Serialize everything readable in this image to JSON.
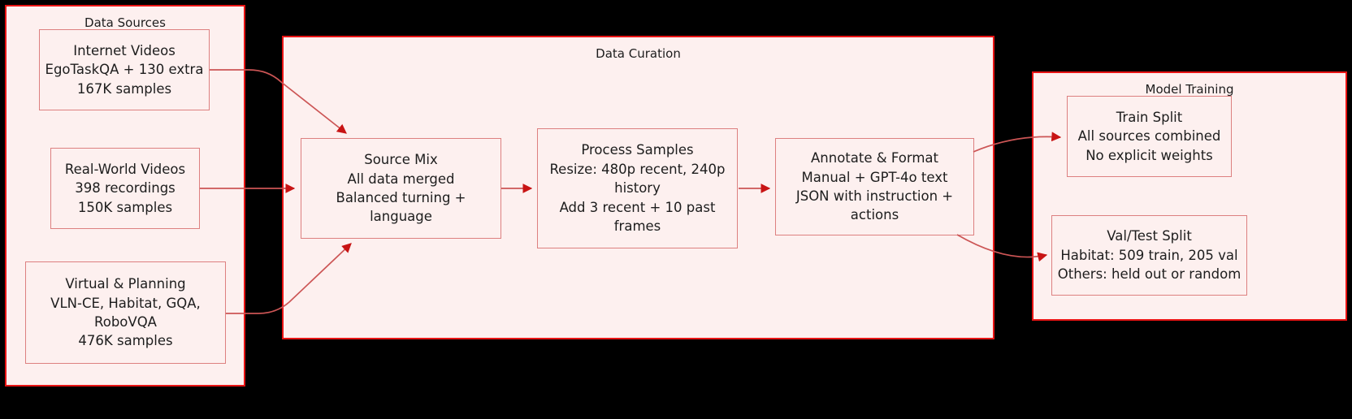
{
  "diagram": {
    "type": "flowchart",
    "title": "",
    "colors": {
      "cluster_border": "#e81414",
      "cluster_fill": "#fdf0ef",
      "node_border": "#dd8080",
      "node_fill": "#fdf0ef",
      "edge": "#cc5555",
      "arrowhead": "#c81414",
      "text": "#1d1d1d",
      "background": "#000000"
    },
    "clusters": [
      {
        "id": "data-sources",
        "label": "Data Sources"
      },
      {
        "id": "data-curation",
        "label": "Data Curation"
      },
      {
        "id": "model-training",
        "label": "Model Training"
      }
    ],
    "nodes": [
      {
        "id": "internet-videos",
        "cluster": "data-sources",
        "lines": [
          "Internet Videos",
          "EgoTaskQA + 130 extra",
          "167K samples"
        ]
      },
      {
        "id": "real-world-videos",
        "cluster": "data-sources",
        "lines": [
          "Real-World Videos",
          "398 recordings",
          "150K samples"
        ]
      },
      {
        "id": "virtual-planning",
        "cluster": "data-sources",
        "lines": [
          "Virtual & Planning",
          "VLN-CE, Habitat, GQA,",
          "RoboVQA",
          "476K samples"
        ]
      },
      {
        "id": "source-mix",
        "cluster": "data-curation",
        "lines": [
          "Source Mix",
          "All data merged",
          "Balanced turning +",
          "language"
        ]
      },
      {
        "id": "process-samples",
        "cluster": "data-curation",
        "lines": [
          "Process Samples",
          "Resize: 480p recent, 240p",
          "history",
          "Add 3 recent + 10 past",
          "frames"
        ]
      },
      {
        "id": "annotate-format",
        "cluster": "data-curation",
        "lines": [
          "Annotate & Format",
          "Manual + GPT-4o text",
          "JSON with instruction +",
          "actions"
        ]
      },
      {
        "id": "train-split",
        "cluster": "model-training",
        "lines": [
          "Train Split",
          "All sources combined",
          "No explicit weights"
        ]
      },
      {
        "id": "val-test-split",
        "cluster": "model-training",
        "lines": [
          "Val/Test Split",
          "Habitat: 509 train, 205 val",
          "Others: held out or random"
        ]
      }
    ],
    "edges": [
      {
        "from": "internet-videos",
        "to": "source-mix",
        "label": ""
      },
      {
        "from": "real-world-videos",
        "to": "source-mix",
        "label": ""
      },
      {
        "from": "virtual-planning",
        "to": "source-mix",
        "label": ""
      },
      {
        "from": "source-mix",
        "to": "process-samples",
        "label": ""
      },
      {
        "from": "process-samples",
        "to": "annotate-format",
        "label": ""
      },
      {
        "from": "annotate-format",
        "to": "train-split",
        "label": ""
      },
      {
        "from": "annotate-format",
        "to": "val-test-split",
        "label": ""
      }
    ]
  }
}
